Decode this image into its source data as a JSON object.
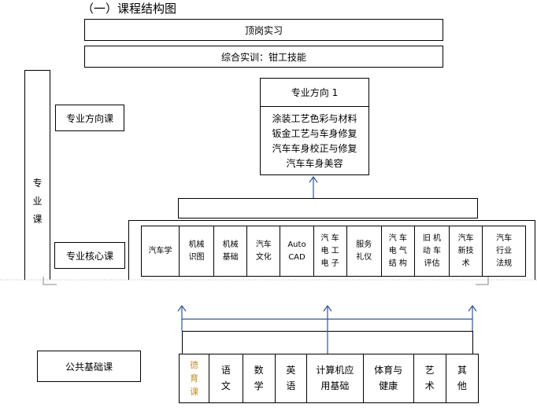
{
  "title": "（一）课程结构图",
  "top_boxes": [
    "顶岗实习",
    "综合实训：钳工技能"
  ],
  "major_course": "专\n业\n课",
  "labels": {
    "direction": "专业方向课",
    "core": "专业核心课",
    "public": "公共基础课"
  },
  "direction_box": {
    "title": "专业方向 1",
    "courses": [
      "涂装工艺色彩与材料",
      "钣金工艺与车身修复",
      "汽车车身校正与修复",
      "汽车车身美容"
    ]
  },
  "core_courses": [
    "汽车学",
    "机械\n识图",
    "机械\n基础",
    "汽车\n文化",
    "Auto\nCAD",
    "汽 车\n电 工\n电 子",
    "服务\n礼仪",
    "汽 车\n电 气\n结 构",
    "旧 机\n动 车\n评估",
    "汽车\n新技\n术",
    "汽车\n行业\n法规"
  ],
  "public_courses": [
    "德\n育\n课",
    "语\n文",
    "数\n学",
    "英\n语",
    "计算机应\n用基础",
    "体育与\n健康",
    "艺\n术",
    "其\n他"
  ],
  "colors": {
    "line": "#000000",
    "arrow": "#2f5597",
    "de_yu": "#c09030"
  }
}
